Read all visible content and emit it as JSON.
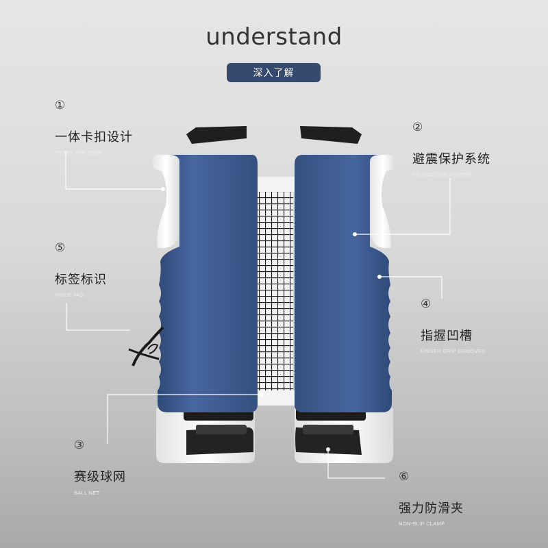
{
  "header": {
    "title": "understand",
    "subtitle": "深入了解"
  },
  "features": [
    {
      "num": "①",
      "cn": "一体卡扣设计",
      "en": "PRESS THE SNAP"
    },
    {
      "num": "②",
      "cn": "避震保护系统",
      "en": "PROTECTIVE SYSTEM"
    },
    {
      "num": "③",
      "cn": "赛级球网",
      "en": "BALL NET"
    },
    {
      "num": "④",
      "cn": "指握凹槽",
      "en": "FINGER GRIP GROOVES"
    },
    {
      "num": "⑤",
      "cn": "标签标识",
      "en": "PRICE TAG"
    },
    {
      "num": "⑥",
      "cn": "强力防滑夹",
      "en": "NON-SLIP CLAMP"
    }
  ],
  "colors": {
    "post_blue": "#3e5a8c",
    "accent_dark_blue": "#354a6e",
    "white_part": "#f4f4f4",
    "black_part": "#1e1e1e"
  }
}
